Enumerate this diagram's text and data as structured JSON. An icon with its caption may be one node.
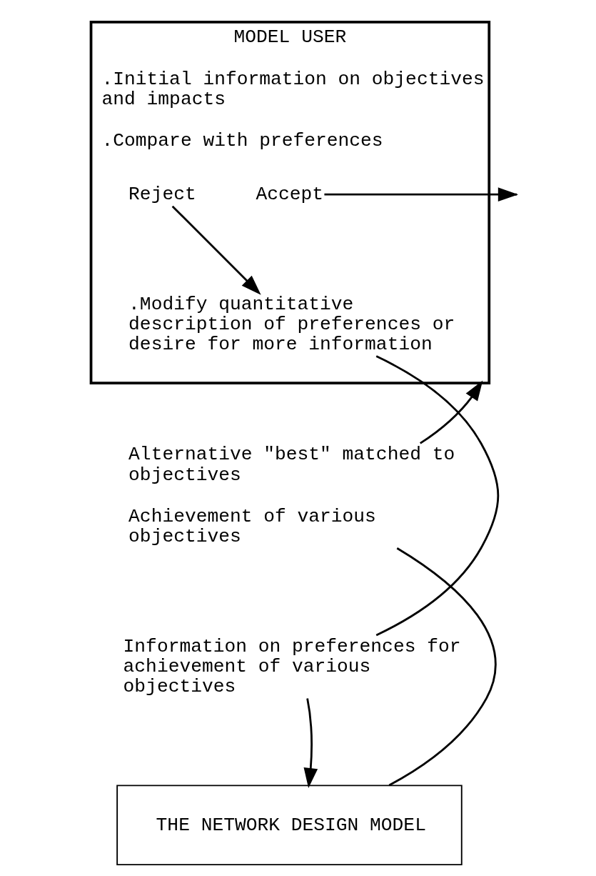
{
  "diagram": {
    "nodes": [
      {
        "text": [
          "MODEL USER",
          ".Initial information on objectives and impacts",
          ".Compare with preferences"
        ]
      },
      {
        "text": [
          "Reject"
        ],
        "in": 0
      },
      {
        "text": [
          "Accept"
        ],
        "in": 0
      },
      {
        "text": [
          ".Modify quantitative description of preferences or desire for more information"
        ],
        "in": 0
      },
      {
        "text": [
          "Alternative \"best\" matched to objectives",
          "Achievement of various objectives"
        ]
      },
      {
        "text": [
          "Information on preferences for achievement of various objectives"
        ]
      },
      {
        "text": [
          "THE NETWORK DESIGN MODEL"
        ]
      }
    ],
    "edges": [
      {
        "from": 1,
        "to": 3,
        "arrow": "to"
      },
      {
        "from": 2,
        "to": null,
        "arrow": "to"
      },
      {
        "from": 3,
        "to": 5,
        "arrow": "none"
      },
      {
        "from": 5,
        "to": 6,
        "arrow": "to"
      },
      {
        "from": 6,
        "to": 4,
        "arrow": "none"
      },
      {
        "from": 4,
        "to": 0,
        "arrow": "to"
      }
    ]
  }
}
